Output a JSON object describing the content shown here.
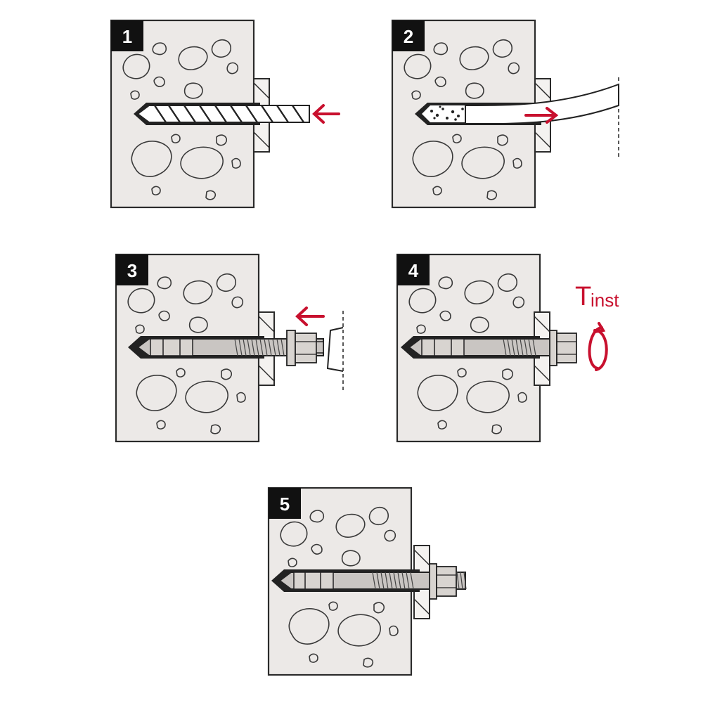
{
  "steps": [
    {
      "number": "1"
    },
    {
      "number": "2"
    },
    {
      "number": "3"
    },
    {
      "number": "4"
    },
    {
      "number": "5"
    }
  ],
  "torque_label": {
    "main": "T",
    "sub": "inst"
  },
  "colors": {
    "accent": "#c8102e",
    "concrete": "#ece9e7",
    "outline": "#2b2b2b",
    "label_bg": "#111111",
    "bolt": "#c9c5c2"
  }
}
